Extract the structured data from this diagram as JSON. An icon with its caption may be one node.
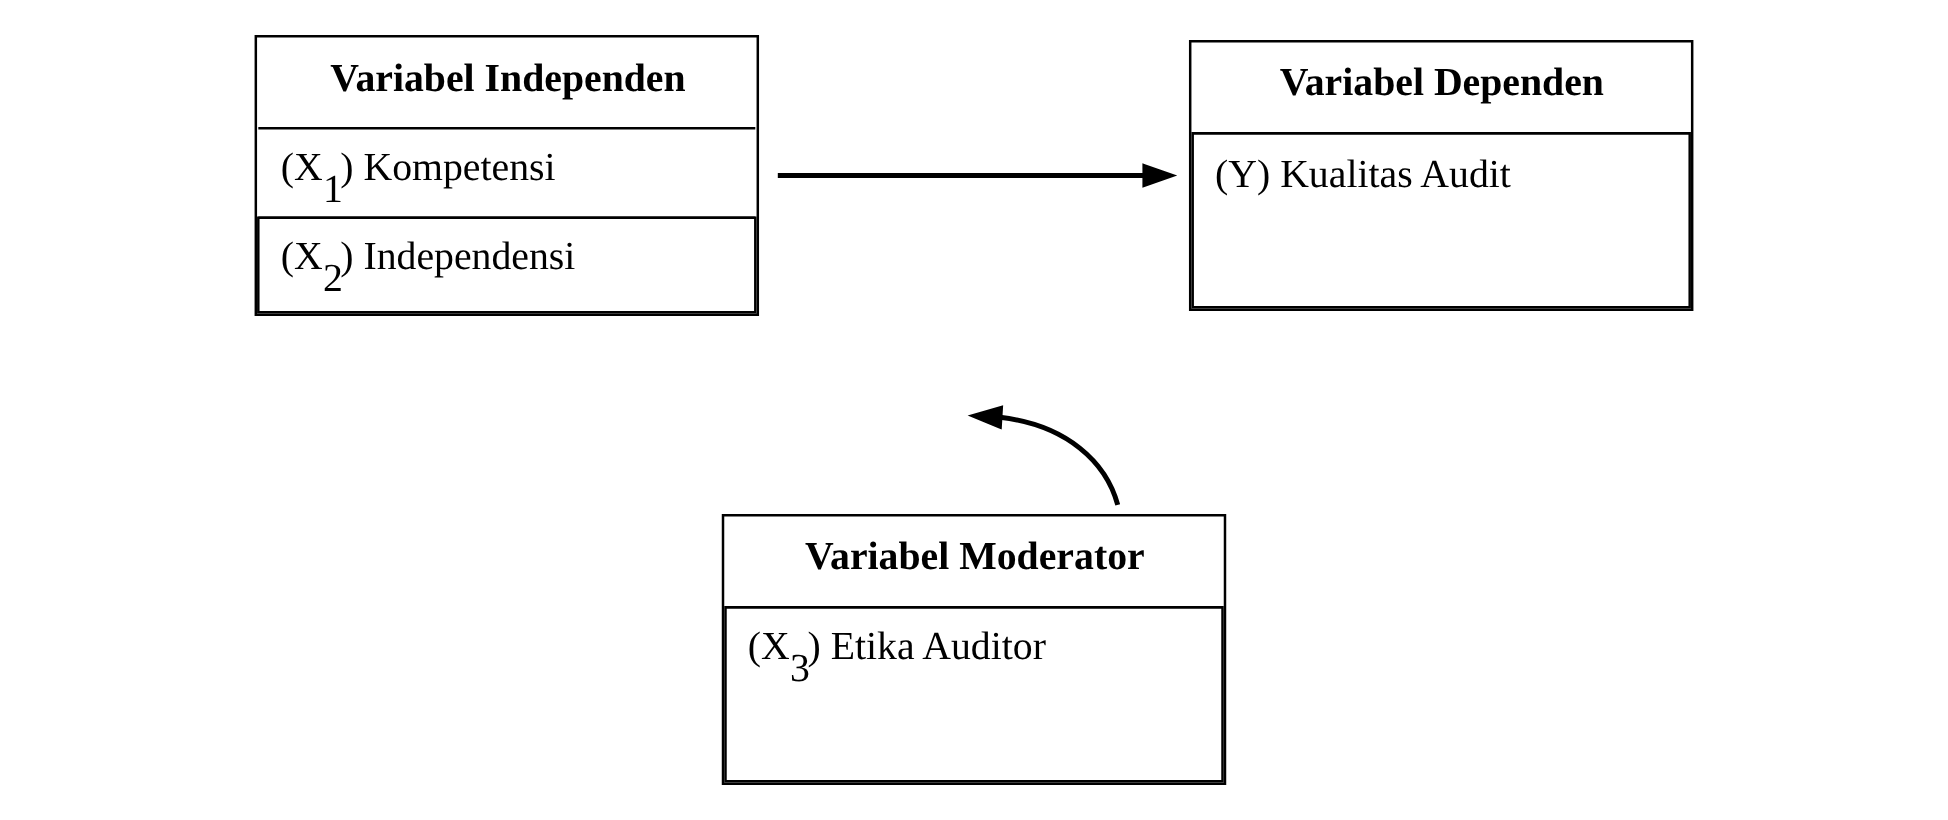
{
  "diagram": {
    "nodes": [
      {
        "text": [
          "Variabel Independen",
          "(X$_{1}$) Kompetensi",
          "(X$_{2}$) Independensi"
        ]
      },
      {
        "text": [
          "Variabel Dependen",
          "(Y) Kualitas Audit"
        ]
      },
      {
        "text": [
          "Variabel Moderator",
          "(X$_{3}$) Etika Auditor"
        ]
      }
    ],
    "edges": [
      {
        "from": 0,
        "to": 1,
        "arrow": "to"
      },
      {
        "from": 2,
        "to": null,
        "arrow": "to"
      }
    ]
  }
}
